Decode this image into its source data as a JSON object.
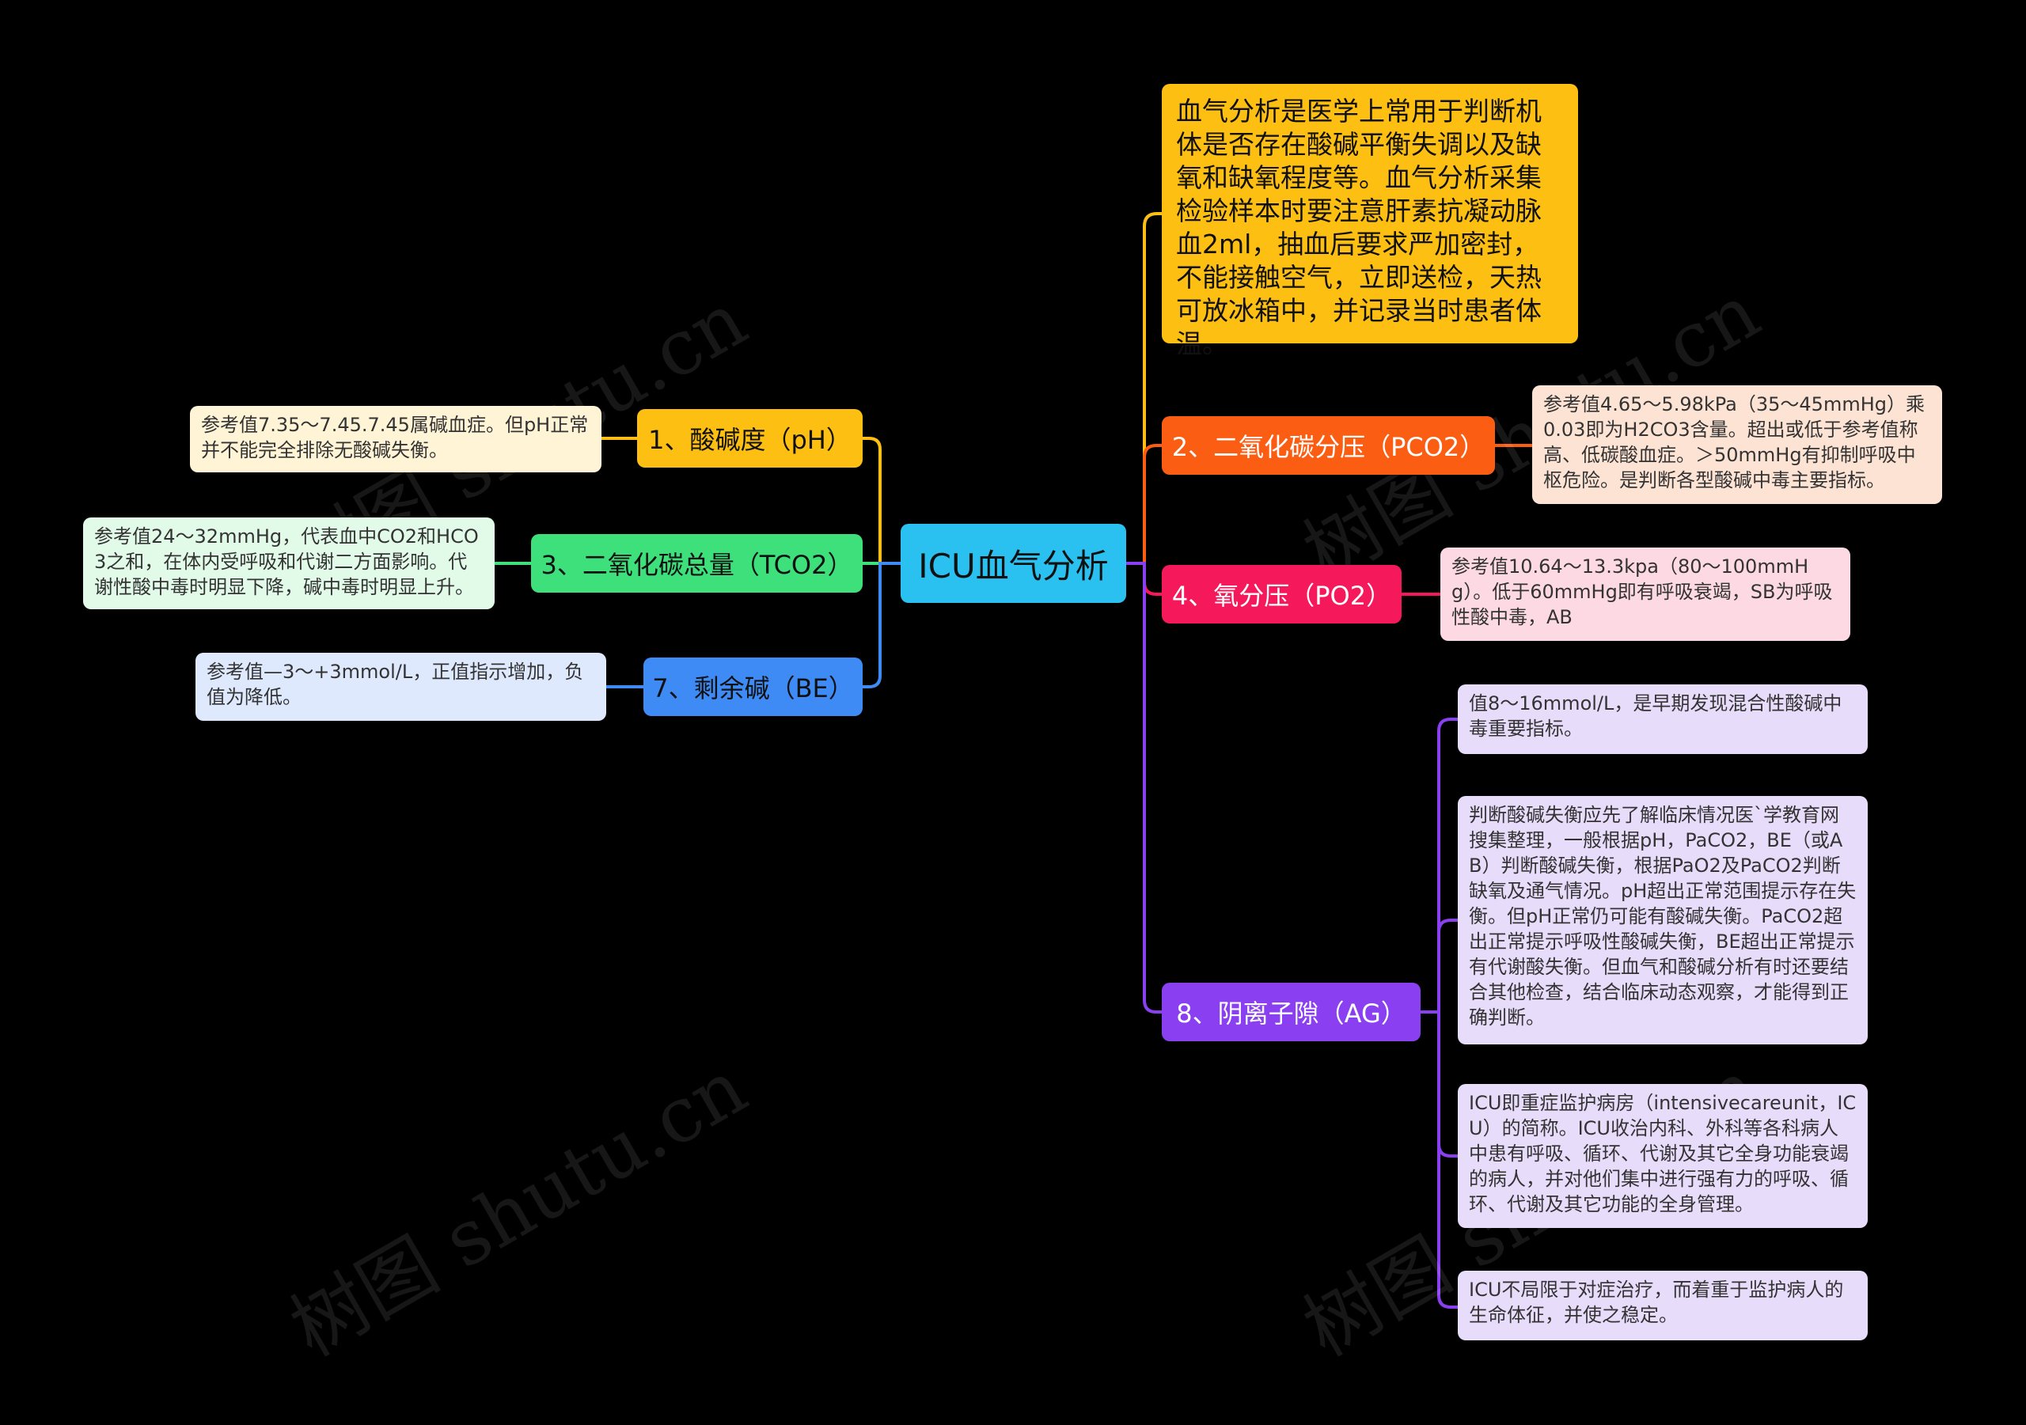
{
  "root": {
    "label": "ICU血气分析",
    "color": "#2ac1f0"
  },
  "watermark": "树图 shutu.cn",
  "branches": {
    "ph": {
      "label": "1、酸碱度（pH）",
      "color": "#fdbf12",
      "note": "参考值7.35～7.45.7.45属碱血症。但pH正常并不能完全排除无酸碱失衡。",
      "note_color": "#fff4d6"
    },
    "tco2": {
      "label": "3、二氧化碳总量（TCO2）",
      "color": "#3de07b",
      "note": "参考值24～32mmHg，代表血中CO2和HCO3之和，在体内受呼吸和代谢二方面影响。代谢性酸中毒时明显下降，碱中毒时明显上升。",
      "note_color": "#e2fbe9"
    },
    "be": {
      "label": "7、剩余碱（BE）",
      "color": "#3e8bf5",
      "note": "参考值—3～+3mmol/L，正值指示增加，负值为降低。",
      "note_color": "#dfe9fd"
    },
    "intro": {
      "note": "血气分析是医学上常用于判断机体是否存在酸碱平衡失调以及缺氧和缺氧程度等。血气分析采集检验样本时要注意肝素抗凝动脉血2ml，抽血后要求严加密封，不能接触空气，立即送检，天热可放冰箱中，并记录当时患者体温。",
      "color": "#fdbf12"
    },
    "pco2": {
      "label": "2、二氧化碳分压（PCO2）",
      "color": "#fb5d12",
      "note": "参考值4.65～5.98kPa（35～45mmHg）乘0.03即为H2CO3含量。超出或低于参考值称高、低碳酸血症。＞50mmHg有抑制呼吸中枢危险。是判断各型酸碱中毒主要指标。",
      "note_color": "#fde3d4"
    },
    "po2": {
      "label": "4、氧分压（PO2）",
      "color": "#f5195c",
      "note": "参考值10.64～13.3kpa（80～100mmHg）。低于60mmHg即有呼吸衰竭，SB为呼吸性酸中毒，AB",
      "note_color": "#fdd9e4"
    },
    "ag": {
      "label": "8、阴离子隙（AG）",
      "color": "#8a3ff0",
      "notes": [
        "值8～16mmol/L，是早期发现混合性酸碱中毒重要指标。",
        "判断酸碱失衡应先了解临床情况医`学教育网搜集整理，一般根据pH，PaCO2，BE（或AB）判断酸碱失衡，根据PaO2及PaCO2判断缺氧及通气情况。pH超出正常范围提示存在失衡。但pH正常仍可能有酸碱失衡。PaCO2超出正常提示呼吸性酸碱失衡，BE超出正常提示有代谢酸失衡。但血气和酸碱分析有时还要结合其他检查，结合临床动态观察，才能得到正确判断。",
        "ICU即重症监护病房（intensivecareunit，ICU）的简称。ICU收治内科、外科等各科病人中患有呼吸、循环、代谢及其它全身功能衰竭的病人，并对他们集中进行强有力的呼吸、循环、代谢及其它功能的全身管理。",
        "ICU不局限于对症治疗，而着重于监护病人的生命体征，并使之稳定。"
      ],
      "note_color": "#e8dcfb"
    }
  }
}
